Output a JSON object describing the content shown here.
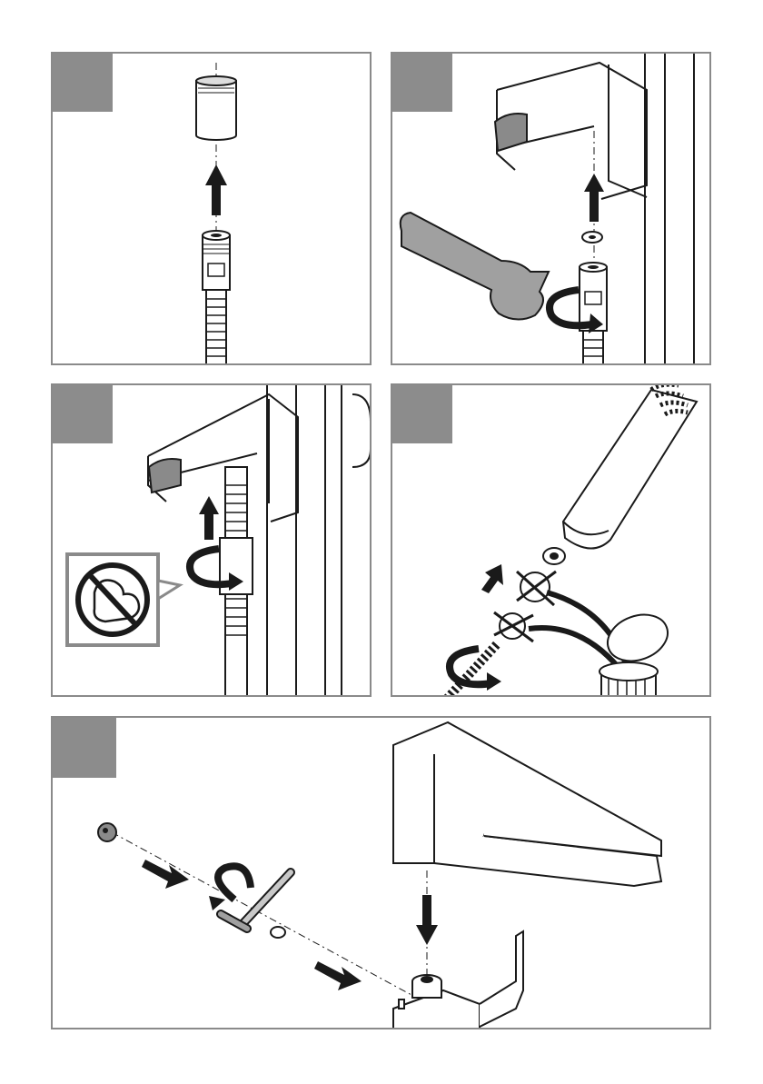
{
  "page": {
    "kind": "installation-instructions",
    "colors": {
      "frame": "#8a8a8a",
      "step_tab": "#8c8c8c",
      "ink": "#1a1a1a",
      "fill_gray": "#a0a0a0",
      "dark_fill": "#6e6e6e"
    }
  },
  "panels": [
    {
      "id": "p1",
      "step_label": "",
      "illustration": "hose-nut-removal",
      "icons": [
        "sleeve",
        "up-arrow",
        "hose-connector"
      ]
    },
    {
      "id": "p2",
      "step_label": "",
      "illustration": "wrench-unscrew-under-spout",
      "icons": [
        "spout",
        "wrench",
        "washer",
        "rotate-arrow"
      ]
    },
    {
      "id": "p3",
      "step_label": "",
      "illustration": "hand-tighten-hose",
      "icons": [
        "spout",
        "rotate-arrow",
        "no-force-warning"
      ]
    },
    {
      "id": "p4",
      "step_label": "",
      "illustration": "hand-shower-connection",
      "icons": [
        "hand-shower",
        "washer",
        "crossed-part",
        "bin"
      ]
    },
    {
      "id": "p5",
      "step_label": "",
      "illustration": "spout-mount-allen-key",
      "icons": [
        "cap",
        "allen-key",
        "grub-screw",
        "spout",
        "down-arrow"
      ]
    }
  ]
}
